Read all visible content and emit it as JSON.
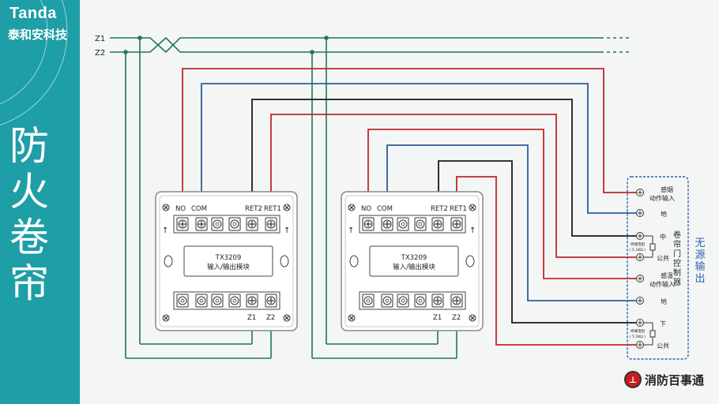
{
  "brand": {
    "name_en": "Tanda",
    "name_cn": "泰和安科技"
  },
  "title_chars": [
    "防",
    "火",
    "卷",
    "帘"
  ],
  "bus": {
    "z1": "Z1",
    "z2": "Z2"
  },
  "module": {
    "model": "TX3209",
    "name": "输入/输出模块",
    "top_terminals": {
      "no": "NO",
      "com": "COM",
      "ret2": "RET2",
      "ret1": "RET1"
    },
    "bottom_terminals": {
      "z1": "Z1",
      "z2": "Z2"
    }
  },
  "controller": {
    "name_chars": [
      "卷",
      "帘",
      "门",
      "控",
      "制",
      "器"
    ],
    "side_label_chars": [
      "无",
      "源",
      "输",
      "出"
    ],
    "terminals": {
      "smoke_line1": "感烟",
      "smoke_line2": "动作输入",
      "ground": "地",
      "middle": "中",
      "common": "公共",
      "temp_line1": "感温",
      "temp_line2": "动作输入",
      "down": "下",
      "eol_line1": "终端电阻",
      "eol_line2": "( 5.1KΩ )"
    }
  },
  "footer": {
    "logo_text": "消防百事通"
  },
  "colors": {
    "sidebar": "#1e9ea6",
    "bus_line": "#1f7a4d",
    "wire_red": "#c0282a",
    "wire_blue": "#2b5d9e",
    "wire_black": "#1a1a1a",
    "controller_border": "#2a62b0",
    "module_border": "#8a8a8a"
  }
}
